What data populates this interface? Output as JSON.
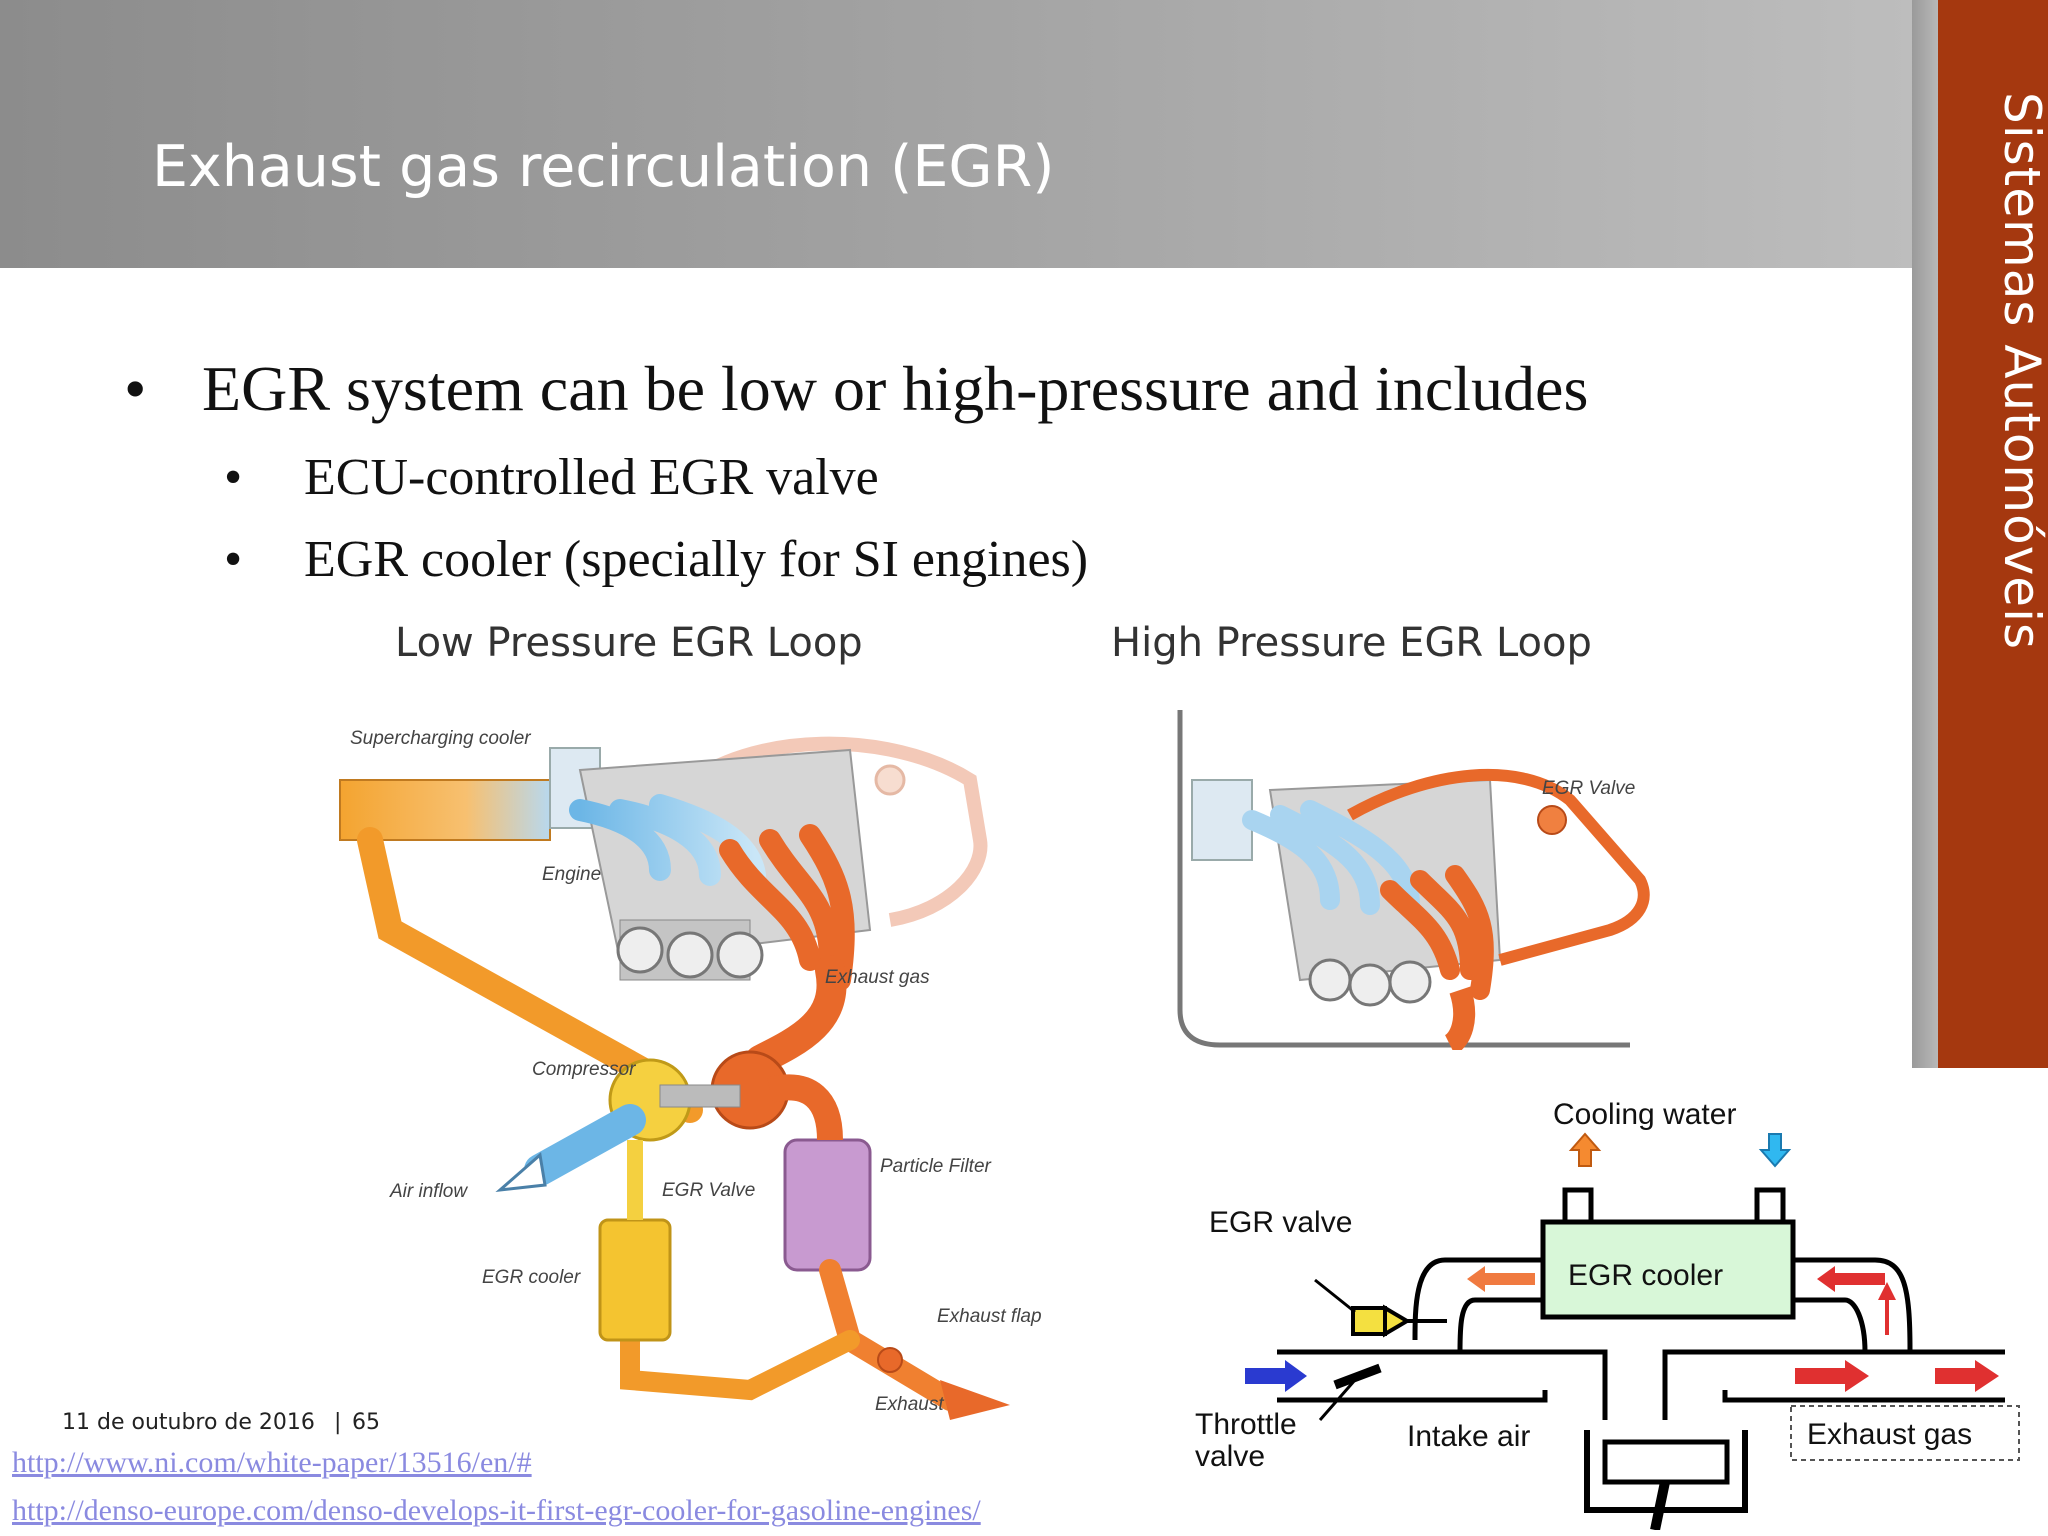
{
  "slide": {
    "title": "Exhaust gas recirculation (EGR)",
    "side_label": "Sistemas Automóveis",
    "accent_color": "#a5380f"
  },
  "bullets": {
    "main": "EGR system can be low or high-pressure and includes",
    "sub": [
      "ECU-controlled EGR valve",
      "EGR cooler (specially for SI engines)"
    ]
  },
  "diagram_low": {
    "caption": "Low Pressure EGR Loop",
    "labels": {
      "supercharging_cooler": "Supercharging cooler",
      "engine": "Engine",
      "exhaust_gas": "Exhaust gas",
      "compressor": "Compressor",
      "air_inflow": "Air inflow",
      "egr_valve": "EGR Valve",
      "particle_filter": "Particle Filter",
      "egr_cooler": "EGR cooler",
      "exhaust_flap": "Exhaust flap",
      "exhaust": "Exhaust"
    }
  },
  "diagram_high": {
    "caption": "High Pressure EGR Loop",
    "labels": {
      "egr_valve": "EGR Valve"
    }
  },
  "diagram_cooler": {
    "labels": {
      "cooling_water": "Cooling water",
      "egr_valve": "EGR valve",
      "egr_cooler": "EGR cooler",
      "throttle_valve_1": "Throttle",
      "throttle_valve_2": "valve",
      "intake_air": "Intake air",
      "exhaust_gas": "Exhaust gas"
    }
  },
  "footer": {
    "date": "11 de outubro de 2016",
    "separator": "|",
    "page": "65"
  },
  "links": [
    "http://www.ni.com/white-paper/13516/en/#",
    "http://denso-europe.com/denso-develops-it-first-egr-cooler-for-gasoline-engines/"
  ]
}
